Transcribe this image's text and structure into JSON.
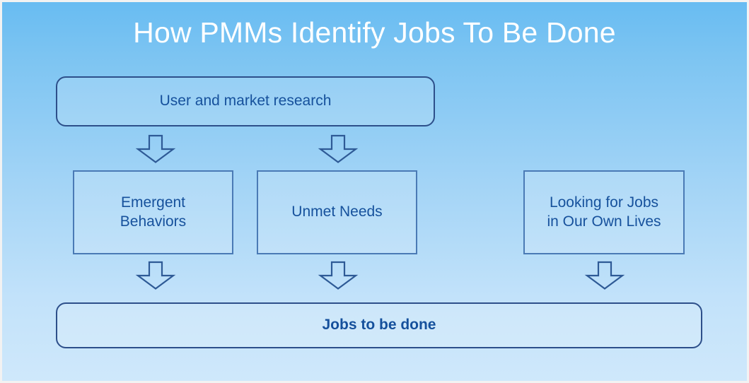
{
  "slide": {
    "title": "How PMMs Identify Jobs To Be Done",
    "background_top_color": "#68bcf2",
    "background_bottom_color": "#cfe8fb",
    "title_color": "#ffffff",
    "box_text_color": "#16519c",
    "box_border_color": "#2e5a96",
    "arrow_color": "#2e5a96"
  },
  "diagram": {
    "source_box": {
      "label": "User and market research",
      "shape": "rounded-rectangle"
    },
    "middle_boxes": [
      {
        "label": "Emergent\nBehaviors",
        "line1": "Emergent",
        "line2": "Behaviors",
        "shape": "rectangle"
      },
      {
        "label": "Unmet Needs",
        "line1": "Unmet Needs",
        "line2": "",
        "shape": "rectangle"
      },
      {
        "label": "Looking for Jobs\nin Our Own Lives",
        "line1": "Looking for Jobs",
        "line2": "in Our Own Lives",
        "shape": "rectangle"
      }
    ],
    "result_box": {
      "label": "Jobs to be done",
      "shape": "rounded-rectangle",
      "emphasis": "bold"
    },
    "arrows": [
      {
        "name": "research-to-emergent",
        "direction": "down",
        "style": "hollow-block-arrow"
      },
      {
        "name": "research-to-unmet",
        "direction": "down",
        "style": "hollow-block-arrow"
      },
      {
        "name": "emergent-to-jobs",
        "direction": "down",
        "style": "hollow-block-arrow"
      },
      {
        "name": "unmet-to-jobs",
        "direction": "down",
        "style": "hollow-block-arrow"
      },
      {
        "name": "looking-to-jobs",
        "direction": "down",
        "style": "hollow-block-arrow"
      }
    ]
  }
}
